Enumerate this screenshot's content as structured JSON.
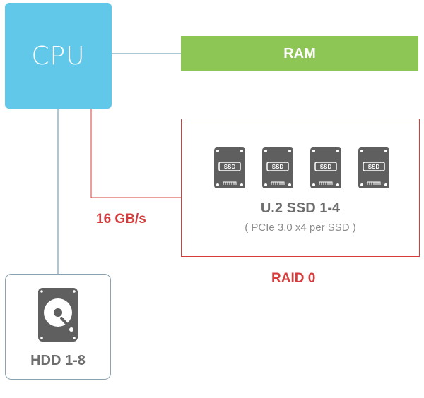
{
  "cpu": {
    "label": "CPU",
    "color": "#62c8ea"
  },
  "ram": {
    "label": "RAM",
    "color": "#8dc655"
  },
  "ssd_group": {
    "title": "U.2 SSD 1-4",
    "subtitle": "( PCIe 3.0 x4 per SSD )",
    "drives": [
      {
        "label": "SSD",
        "icon": "ssd-icon"
      },
      {
        "label": "SSD",
        "icon": "ssd-icon"
      },
      {
        "label": "SSD",
        "icon": "ssd-icon"
      },
      {
        "label": "SSD",
        "icon": "ssd-icon"
      }
    ],
    "border_color": "#d63c3c"
  },
  "bandwidth": {
    "label": "16 GB/s",
    "color": "#d63c3c"
  },
  "raid": {
    "label": "RAID 0",
    "color": "#d63c3c"
  },
  "hdd": {
    "label": "HDD 1-8",
    "icon": "hard-disk-icon"
  },
  "colors": {
    "link_blue": "#5a90ae",
    "link_red": "#d63c3c",
    "icon_gray": "#5f5f5f",
    "text_gray": "#6e6e6e"
  }
}
